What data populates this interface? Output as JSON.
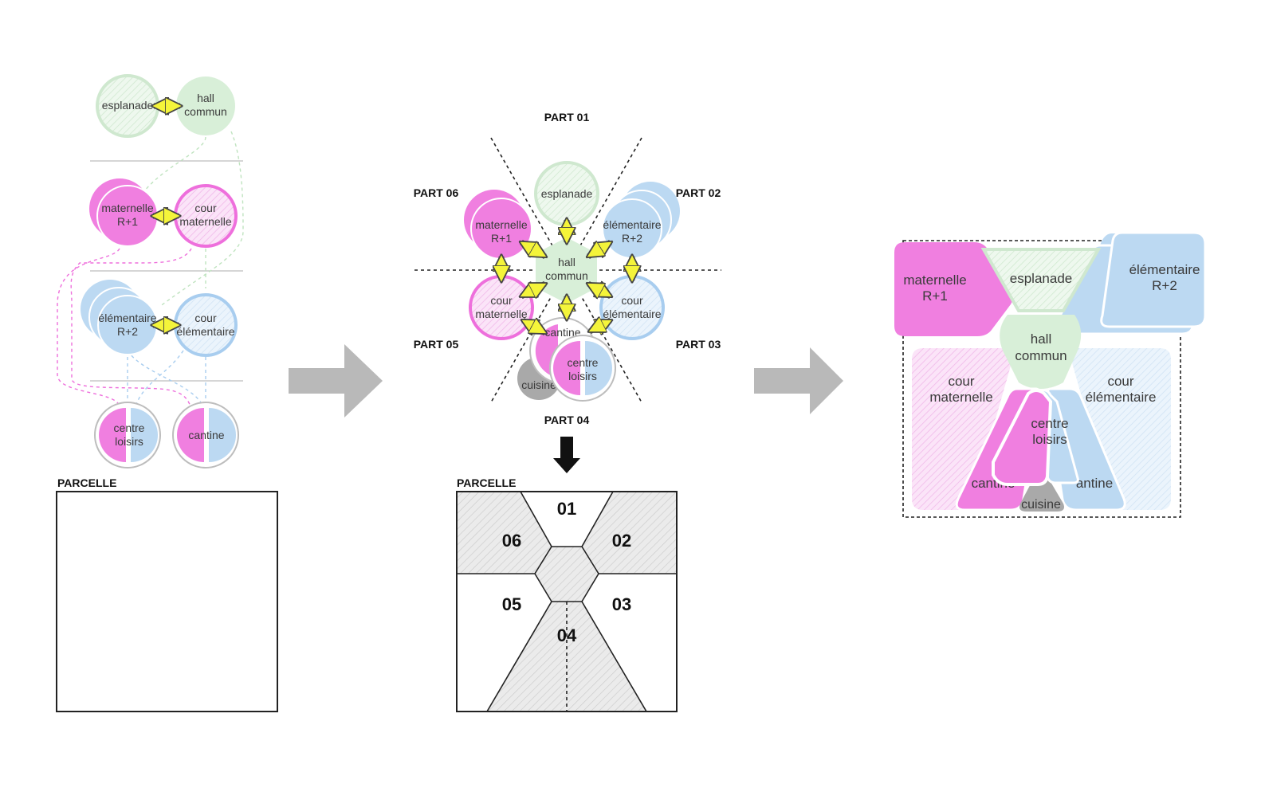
{
  "colors": {
    "green": "#d8efd8",
    "green_stroke": "#bfe3bf",
    "pink": "#f07fe0",
    "pink_stroke": "#ee6fdc",
    "blue": "#bcd9f2",
    "blue_stroke": "#a8cdef",
    "grey": "#a9a9a9",
    "arrow": "#b9b9b9",
    "yellow": "#f4f43a"
  },
  "left": {
    "esplanade": "esplanade",
    "hall_1": "hall",
    "hall_2": "commun",
    "maternelle_1": "maternelle",
    "maternelle_2": "R+1",
    "cour_mat_1": "cour",
    "cour_mat_2": "maternelle",
    "elem_1": "élémentaire",
    "elem_2": "R+2",
    "cour_elem_1": "cour",
    "cour_elem_2": "élémentaire",
    "centre_1": "centre",
    "centre_2": "loisirs",
    "cantine": "cantine",
    "parcelle": "PARCELLE"
  },
  "middle": {
    "part01": "PART 01",
    "part02": "PART 02",
    "part03": "PART 03",
    "part04": "PART 04",
    "part05": "PART 05",
    "part06": "PART 06",
    "esplanade": "esplanade",
    "hall_1": "hall",
    "hall_2": "commun",
    "maternelle_1": "maternelle",
    "maternelle_2": "R+1",
    "elem_1": "élémentaire",
    "elem_2": "R+2",
    "cour_mat_1": "cour",
    "cour_mat_2": "maternelle",
    "cour_elem_1": "cour",
    "cour_elem_2": "élémentaire",
    "cantine": "cantine",
    "centre_1": "centre",
    "centre_2": "loisirs",
    "cuisine": "cuisine",
    "parcelle": "PARCELLE",
    "zones": [
      "01",
      "02",
      "03",
      "04",
      "05",
      "06"
    ]
  },
  "right": {
    "maternelle_1": "maternelle",
    "maternelle_2": "R+1",
    "esplanade": "esplanade",
    "elem_1": "élémentaire",
    "elem_2": "R+2",
    "hall_1": "hall",
    "hall_2": "commun",
    "cour_mat_1": "cour",
    "cour_mat_2": "maternelle",
    "cour_elem_1": "cour",
    "cour_elem_2": "élémentaire",
    "centre_1": "centre",
    "centre_2": "loisirs",
    "cantine_left": "cantine",
    "cantine_right": "antine",
    "cuisine": "cuisine"
  }
}
